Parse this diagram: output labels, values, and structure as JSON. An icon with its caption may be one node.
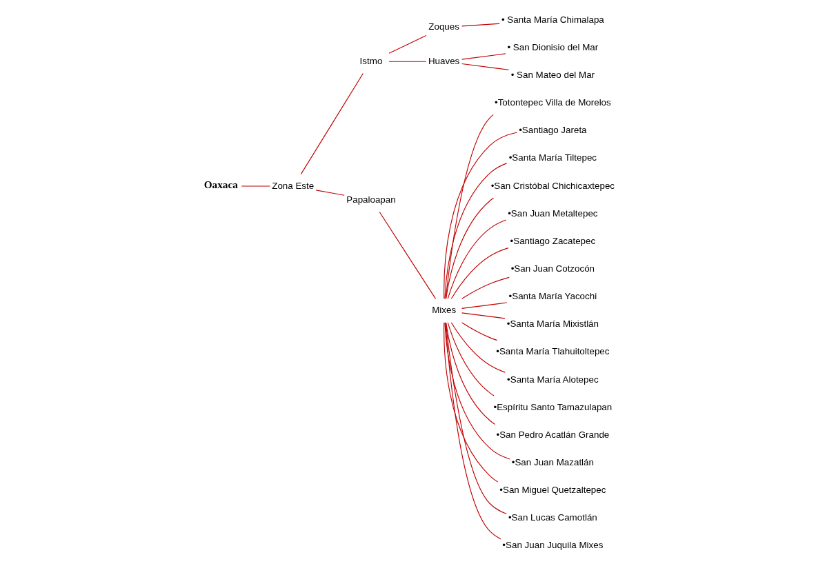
{
  "diagram": {
    "nodes": [
      {
        "text": [
          "Oaxaca"
        ]
      },
      {
        "text": [
          "Zona Este"
        ]
      },
      {
        "text": [
          "Istmo"
        ]
      },
      {
        "text": [
          "Zoques"
        ]
      },
      {
        "text": [
          "• Santa María Chimalapa"
        ]
      },
      {
        "text": [
          "Huaves"
        ]
      },
      {
        "text": [
          "• San Dionisio del Mar"
        ]
      },
      {
        "text": [
          "• San Mateo del Mar"
        ]
      },
      {
        "text": [
          "Papaloapan"
        ]
      },
      {
        "text": [
          "Mixes"
        ]
      },
      {
        "text": [
          "•Totontepec Villa de Morelos"
        ]
      },
      {
        "text": [
          "•Santiago Jareta"
        ]
      },
      {
        "text": [
          "•Santa María Tiltepec"
        ]
      },
      {
        "text": [
          "•San Cristóbal Chichicaxtepec"
        ]
      },
      {
        "text": [
          "•San Juan Metaltepec"
        ]
      },
      {
        "text": [
          "•Santiago Zacatepec"
        ]
      },
      {
        "text": [
          "•San Juan Cotzocón"
        ]
      },
      {
        "text": [
          "•Santa María Yacochi"
        ]
      },
      {
        "text": [
          "•Santa María Mixistlán"
        ]
      },
      {
        "text": [
          "•Santa María Tlahuitoltepec"
        ]
      },
      {
        "text": [
          "•Santa María Alotepec"
        ]
      },
      {
        "text": [
          "•Espíritu Santo Tamazulapan"
        ]
      },
      {
        "text": [
          "•San Pedro Acatlán Grande"
        ]
      },
      {
        "text": [
          "•San Juan Mazatlán"
        ]
      },
      {
        "text": [
          "•San Miguel Quetzaltepec"
        ]
      },
      {
        "text": [
          "•San Lucas Camotlán"
        ]
      },
      {
        "text": [
          "•San Juan Juquila Mixes"
        ]
      }
    ],
    "edges": [
      {
        "from": 0,
        "to": 1,
        "arrow": "none"
      },
      {
        "from": 1,
        "to": 2,
        "arrow": "none"
      },
      {
        "from": 1,
        "to": 8,
        "arrow": "none"
      },
      {
        "from": 2,
        "to": 3,
        "arrow": "none"
      },
      {
        "from": 2,
        "to": 5,
        "arrow": "none"
      },
      {
        "from": 3,
        "to": 4,
        "arrow": "none"
      },
      {
        "from": 5,
        "to": 6,
        "arrow": "none"
      },
      {
        "from": 5,
        "to": 7,
        "arrow": "none"
      },
      {
        "from": 8,
        "to": 9,
        "arrow": "none"
      },
      {
        "from": 9,
        "to": 10,
        "arrow": "none"
      },
      {
        "from": 9,
        "to": 11,
        "arrow": "none"
      },
      {
        "from": 9,
        "to": 12,
        "arrow": "none"
      },
      {
        "from": 9,
        "to": 13,
        "arrow": "none"
      },
      {
        "from": 9,
        "to": 14,
        "arrow": "none"
      },
      {
        "from": 9,
        "to": 15,
        "arrow": "none"
      },
      {
        "from": 9,
        "to": 16,
        "arrow": "none"
      },
      {
        "from": 9,
        "to": 17,
        "arrow": "none"
      },
      {
        "from": 9,
        "to": 18,
        "arrow": "none"
      },
      {
        "from": 9,
        "to": 19,
        "arrow": "none"
      },
      {
        "from": 9,
        "to": 20,
        "arrow": "none"
      },
      {
        "from": 9,
        "to": 21,
        "arrow": "none"
      },
      {
        "from": 9,
        "to": 22,
        "arrow": "none"
      },
      {
        "from": 9,
        "to": 23,
        "arrow": "none"
      },
      {
        "from": 9,
        "to": 24,
        "arrow": "none"
      },
      {
        "from": 9,
        "to": 25,
        "arrow": "none"
      },
      {
        "from": 9,
        "to": 26,
        "arrow": "none"
      }
    ]
  }
}
